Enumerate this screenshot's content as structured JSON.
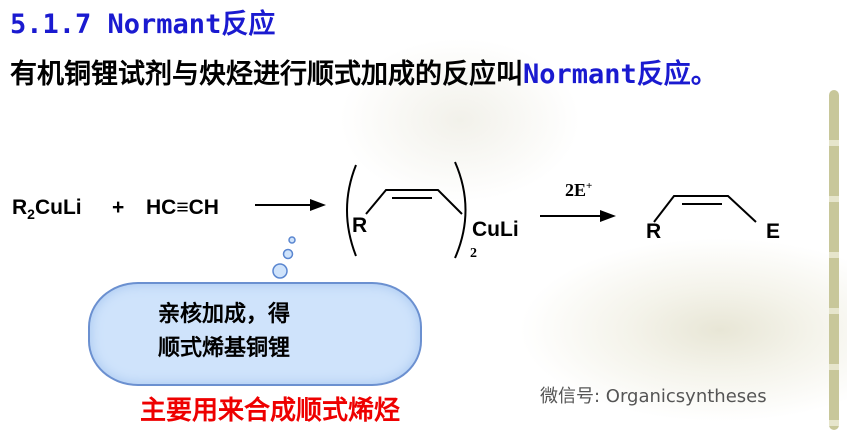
{
  "title": "5.1.7 Normant反应",
  "subtitle": {
    "text": "有机铜锂试剂与炔烃进行顺式加成的反应叫",
    "highlight": "Normant反应。"
  },
  "reaction": {
    "reagent1": "R",
    "reagent1_sub": "2",
    "reagent1_rest": "CuLi",
    "plus": "+",
    "reagent2": "HC≡CH",
    "int_R": "R",
    "int_sub": "2",
    "int_CuLi": "CuLi",
    "cond": "2E",
    "cond_sup": "+",
    "prod_R": "R",
    "prod_E": "E"
  },
  "cloud": {
    "line1": "亲核加成，得",
    "line2": "顺式烯基铜锂"
  },
  "main_note": "主要用来合成顺式烯烃",
  "watermark": "微信号: Organicsyntheses"
}
